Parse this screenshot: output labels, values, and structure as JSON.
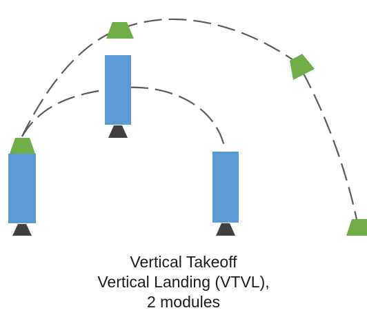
{
  "caption": {
    "line1": "Vertical Takeoff",
    "line2": "Vertical Landing (VTVL),",
    "line3": "2 modules"
  },
  "colors": {
    "booster_body": "#5b9bd5",
    "capsule": "#70ad47",
    "engine_nozzle": "#404040",
    "trajectory": "#595959",
    "background": "#ffffff",
    "text": "#1a1a1a"
  }
}
